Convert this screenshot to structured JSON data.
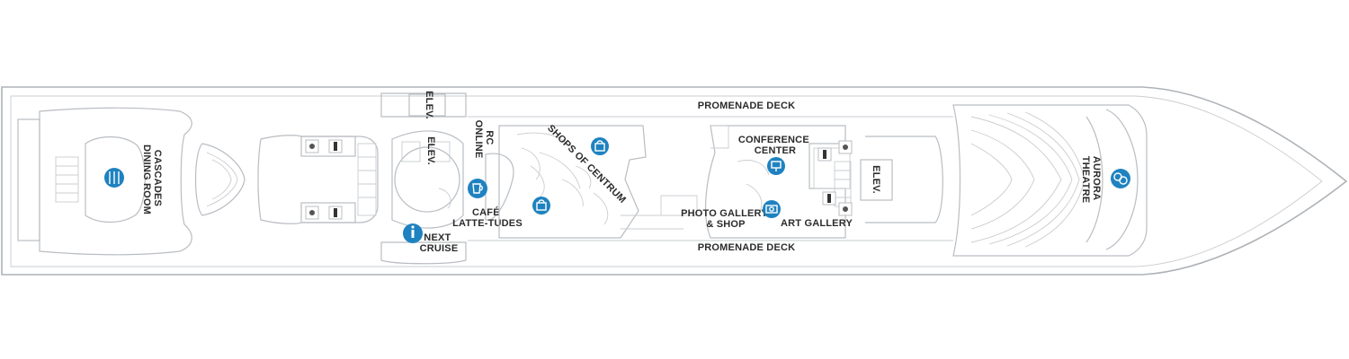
{
  "deck_plan": {
    "labels": {
      "promenade_top": "PROMENADE DECK",
      "promenade_bottom": "PROMENADE DECK",
      "cascades_line1": "CASCADES",
      "cascades_line2": "DINING ROOM",
      "elev_top": "ELEV.",
      "elev_round": "ELEV.",
      "elev_aft": "ELEV.",
      "rc_line1": "RC",
      "rc_line2": "ONLINE",
      "cafe_line1": "CAFÉ",
      "cafe_line2": "LATTE-TUDES",
      "next_line1": "NEXT",
      "next_line2": "CRUISE",
      "shops": "SHOPS OF CENTRUM",
      "conference_line1": "CONFERENCE",
      "conference_line2": "CENTER",
      "photo_line1": "PHOTO GALLERY",
      "photo_line2": "& SHOP",
      "art": "ART GALLERY",
      "aurora_line1": "AURORA",
      "aurora_line2": "THEATRE"
    },
    "icons": {
      "dining": "dining-icon",
      "info": "info-icon",
      "cafe": "cafe-icon",
      "shop": "shopping-bag-icon",
      "conference": "presentation-icon",
      "photo": "camera-icon",
      "theatre": "theatre-masks-icon",
      "restroom": "restroom-icon",
      "accessible": "wheelchair-icon"
    },
    "colors": {
      "poi_blue": "#1f82c0",
      "outline": "#b9bdc2",
      "text": "#2b2b2b"
    }
  }
}
